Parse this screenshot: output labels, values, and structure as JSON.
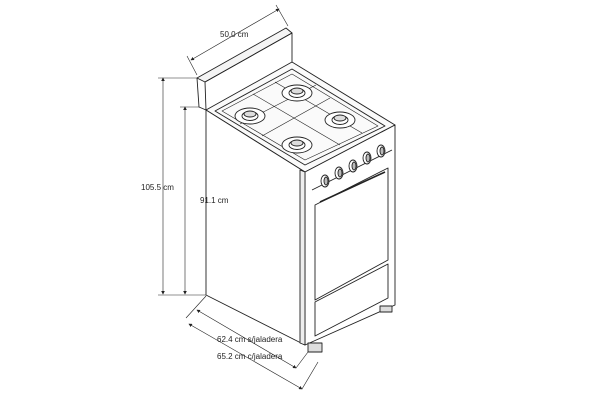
{
  "dimensions": {
    "width": "50.0 cm",
    "total_height": "105.5 cm",
    "counter_height": "91.1 cm",
    "depth_without_handle": "62.4 cm s/jaladera",
    "depth_with_handle": "65.2 cm c/jaladera"
  },
  "appliance": {
    "burners": 4,
    "knobs": 5
  }
}
